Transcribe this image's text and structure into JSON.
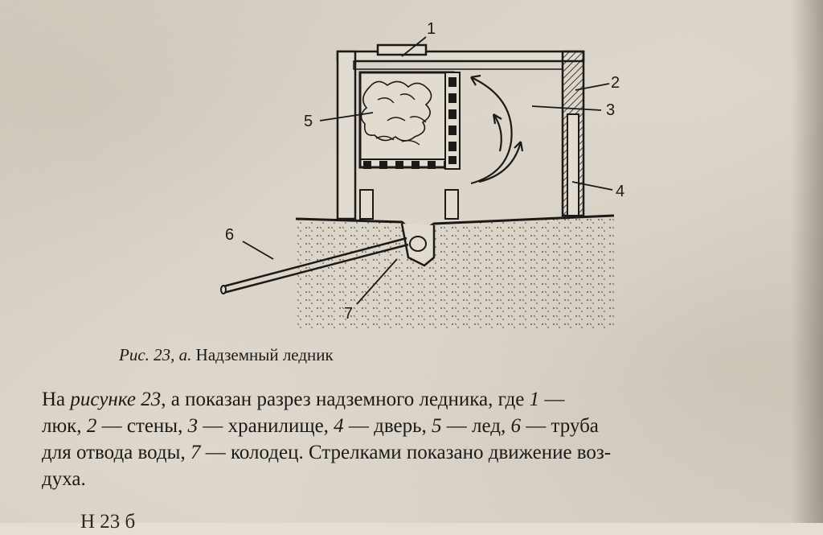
{
  "figure": {
    "callouts": {
      "c1": "1",
      "c2": "2",
      "c3": "3",
      "c4": "4",
      "c5": "5",
      "c6": "6",
      "c7": "7"
    }
  },
  "caption": {
    "ref": "Рис. 23, а.",
    "title": "Надземный ледник"
  },
  "body": {
    "l1_a": "На ",
    "l1_ref": "рисунке 23",
    "l1_b": ", а показан разрез надземного ледника, где ",
    "l1_n1": "1",
    "l1_c": " —",
    "l2_a": "люк, ",
    "l2_n2": "2",
    "l2_b": " — стены, ",
    "l2_n3": "3",
    "l2_c": " — хранилище, ",
    "l2_n4": "4",
    "l2_d": " — дверь, ",
    "l2_n5": "5",
    "l2_e": " — лед, ",
    "l2_n6": "6",
    "l2_f": " — труба",
    "l3_a": "для отвода воды, ",
    "l3_n7": "7",
    "l3_b": " — колодец. Стрелками показано движение воз-",
    "l4": "духа.",
    "cut": "Н              23 б"
  }
}
